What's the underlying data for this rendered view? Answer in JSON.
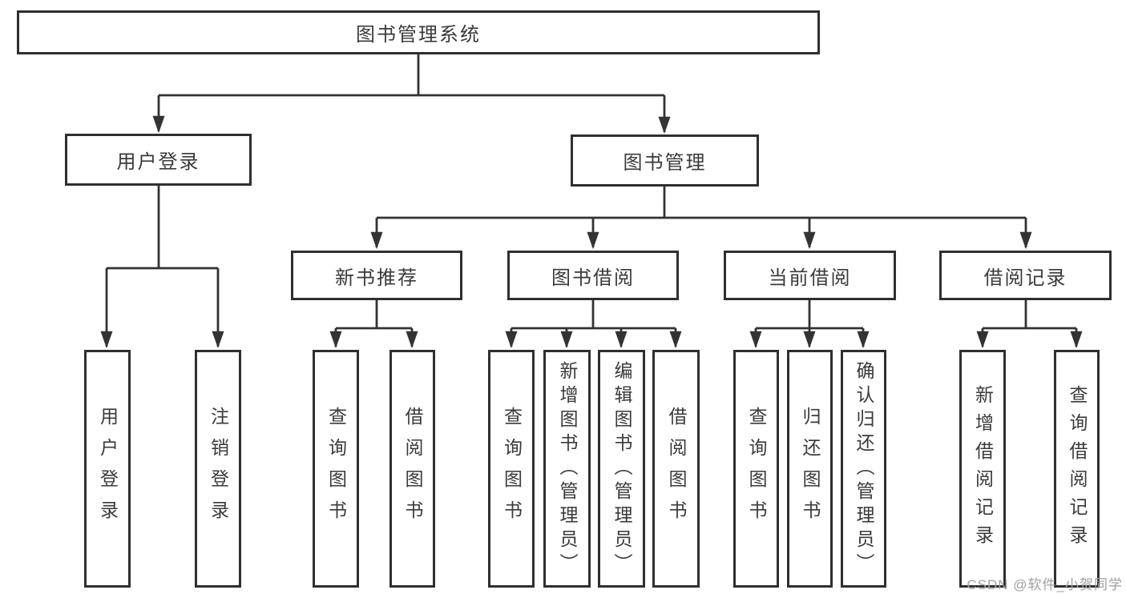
{
  "diagram": {
    "title": "图书管理系统",
    "level2": [
      {
        "label": "用户登录"
      },
      {
        "label": "图书管理"
      }
    ],
    "level3": [
      {
        "label": "新书推荐",
        "parent": "图书管理"
      },
      {
        "label": "图书借阅",
        "parent": "图书管理"
      },
      {
        "label": "当前借阅",
        "parent": "图书管理"
      },
      {
        "label": "借阅记录",
        "parent": "图书管理"
      }
    ],
    "leaves": [
      {
        "label": "用户登录",
        "parent": "用户登录"
      },
      {
        "label": "注销登录",
        "parent": "用户登录"
      },
      {
        "label": "查询图书",
        "parent": "新书推荐"
      },
      {
        "label": "借阅图书",
        "parent": "新书推荐"
      },
      {
        "label": "查询图书",
        "parent": "图书借阅"
      },
      {
        "label": "新增图书（管理员）",
        "parent": "图书借阅"
      },
      {
        "label": "编辑图书（管理员）",
        "parent": "图书借阅"
      },
      {
        "label": "借阅图书",
        "parent": "图书借阅"
      },
      {
        "label": "查询图书",
        "parent": "当前借阅"
      },
      {
        "label": "归还图书",
        "parent": "当前借阅"
      },
      {
        "label": "确认归还（管理员）",
        "parent": "当前借阅"
      },
      {
        "label": "新增借阅记录",
        "parent": "借阅记录"
      },
      {
        "label": "查询借阅记录",
        "parent": "借阅记录"
      }
    ],
    "colors": {
      "line": "#333333",
      "border": "#2f2f2f",
      "text": "#3a3a3a",
      "watermark_text": "#a0a0a0"
    }
  },
  "watermark": {
    "text": "CSDN @软件_小贺同学"
  }
}
